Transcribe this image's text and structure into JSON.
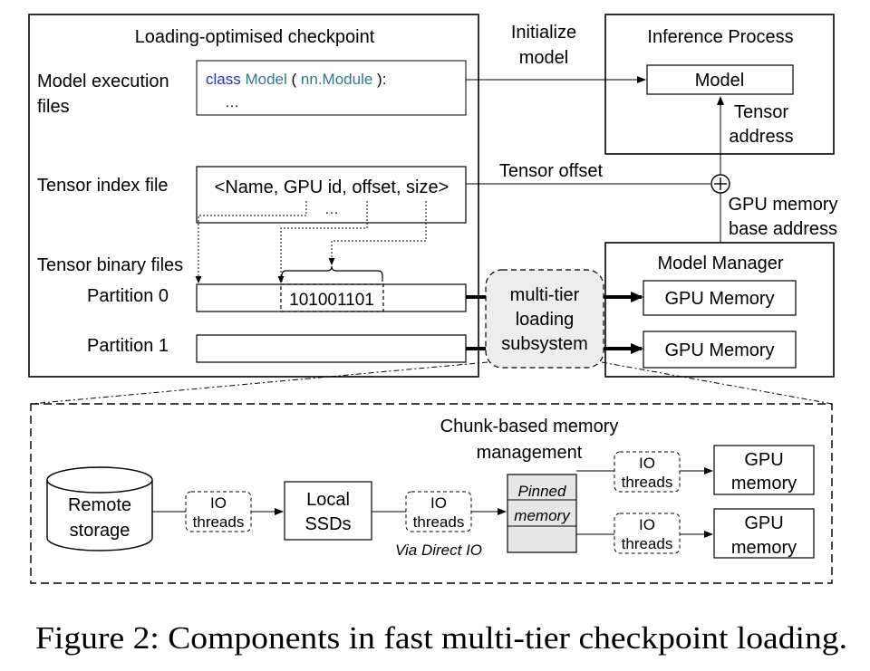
{
  "checkpoint": {
    "title": "Loading-optimised checkpoint",
    "exec_label_1": "Model execution",
    "exec_label_2": "files",
    "code_class": "class",
    "code_model": "Model",
    "code_paren_open": "(",
    "code_nn": "nn.Module",
    "code_paren_close": "):",
    "code_ellipsis": "…",
    "index_label": "Tensor index file",
    "index_tuple": "<Name, GPU id, offset, size>",
    "index_ellipsis": "…",
    "binary_label": "Tensor binary files",
    "partition0": "Partition 0",
    "partition1": "Partition 1",
    "binary_bits": "101001101"
  },
  "edges": {
    "initialize_1": "Initialize",
    "initialize_2": "model",
    "tensor_offset": "Tensor offset",
    "tensor_address_1": "Tensor",
    "tensor_address_2": "address",
    "gpu_base_1": "GPU memory",
    "gpu_base_2": "base address",
    "plus": "+"
  },
  "inference": {
    "title": "Inference Process",
    "model": "Model"
  },
  "manager": {
    "title": "Model Manager",
    "gpu_memory_1": "GPU Memory",
    "gpu_memory_2": "GPU Memory"
  },
  "loader": {
    "line1": "multi-tier",
    "line2": "loading",
    "line3": "subsystem"
  },
  "detail": {
    "chunk_1": "Chunk-based memory",
    "chunk_2": "management",
    "remote_1": "Remote",
    "remote_2": "storage",
    "io": "IO",
    "threads": "threads",
    "ssd_1": "Local",
    "ssd_2": "SSDs",
    "direct_io": "Via Direct IO",
    "pinned_1": "Pinned",
    "pinned_2": "memory",
    "gpu_1": "GPU",
    "gpu_2": "memory"
  },
  "caption": "Figure 2: Components in fast multi-tier checkpoint loading.",
  "colors": {
    "keyword": "#1f2fd6",
    "type": "#2a7a8c",
    "loader_fill": "#ededed",
    "pinned_fill": "#e6e6e6"
  }
}
